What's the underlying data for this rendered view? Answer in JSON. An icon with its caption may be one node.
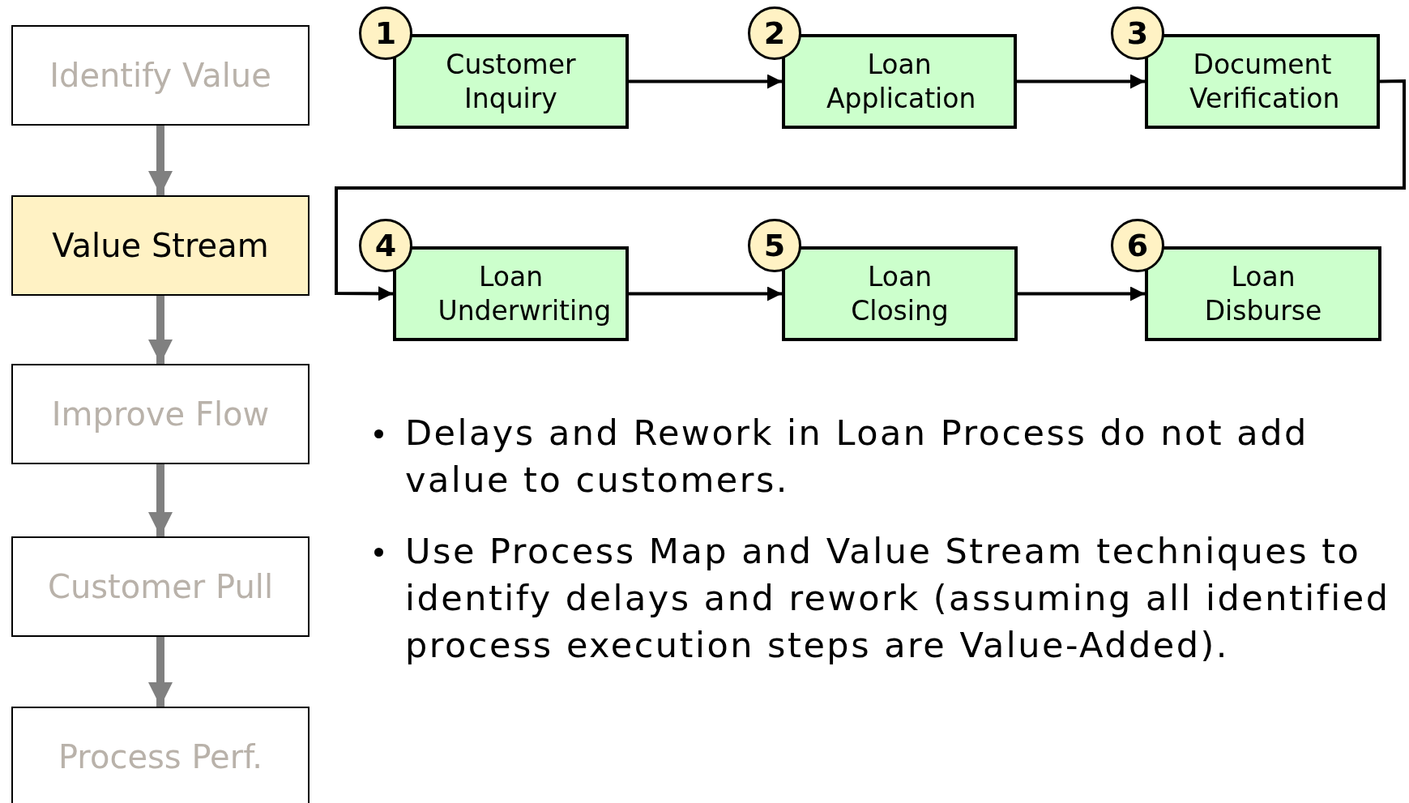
{
  "diagram": {
    "nodes": [
      {
        "text": [
          "Identify Value"
        ]
      },
      {
        "text": [
          "Value Stream"
        ]
      },
      {
        "text": [
          "Improve Flow"
        ]
      },
      {
        "text": [
          "Customer Pull"
        ]
      },
      {
        "text": [
          "Process Perf."
        ]
      },
      {
        "text": [
          "1"
        ]
      },
      {
        "text": [
          "Customer Inquiry"
        ]
      },
      {
        "text": [
          "2"
        ]
      },
      {
        "text": [
          "Loan Application"
        ]
      },
      {
        "text": [
          "3"
        ]
      },
      {
        "text": [
          "Document Verification"
        ]
      },
      {
        "text": [
          "4"
        ]
      },
      {
        "text": [
          "Loan Underwriting"
        ]
      },
      {
        "text": [
          "5"
        ]
      },
      {
        "text": [
          "Loan Closing"
        ]
      },
      {
        "text": [
          "6"
        ]
      },
      {
        "text": [
          "Loan Disburse"
        ]
      }
    ],
    "edges": [
      {
        "from": 0,
        "to": 1,
        "arrow": "to",
        "style": "thick",
        "color": "#808080"
      },
      {
        "from": 1,
        "to": 2,
        "arrow": "to",
        "style": "thick",
        "color": "#808080"
      },
      {
        "from": 2,
        "to": 3,
        "arrow": "to",
        "style": "thick",
        "color": "#808080"
      },
      {
        "from": 3,
        "to": 4,
        "arrow": "to",
        "style": "thick",
        "color": "#808080"
      },
      {
        "from": 6,
        "to": 8,
        "arrow": "to"
      },
      {
        "from": 8,
        "to": 10,
        "arrow": "to"
      },
      {
        "from": 10,
        "to": 12,
        "arrow": "to"
      },
      {
        "from": 12,
        "to": 14,
        "arrow": "to"
      },
      {
        "from": 14,
        "to": 16,
        "arrow": "to"
      }
    ],
    "labels": [
      "Delays and Rework in Loan Process do not add value to customers.",
      "Use Process Map and Value Stream techniques to identify delays and rework (assuming all identified process execution steps are Value-Added)."
    ]
  }
}
